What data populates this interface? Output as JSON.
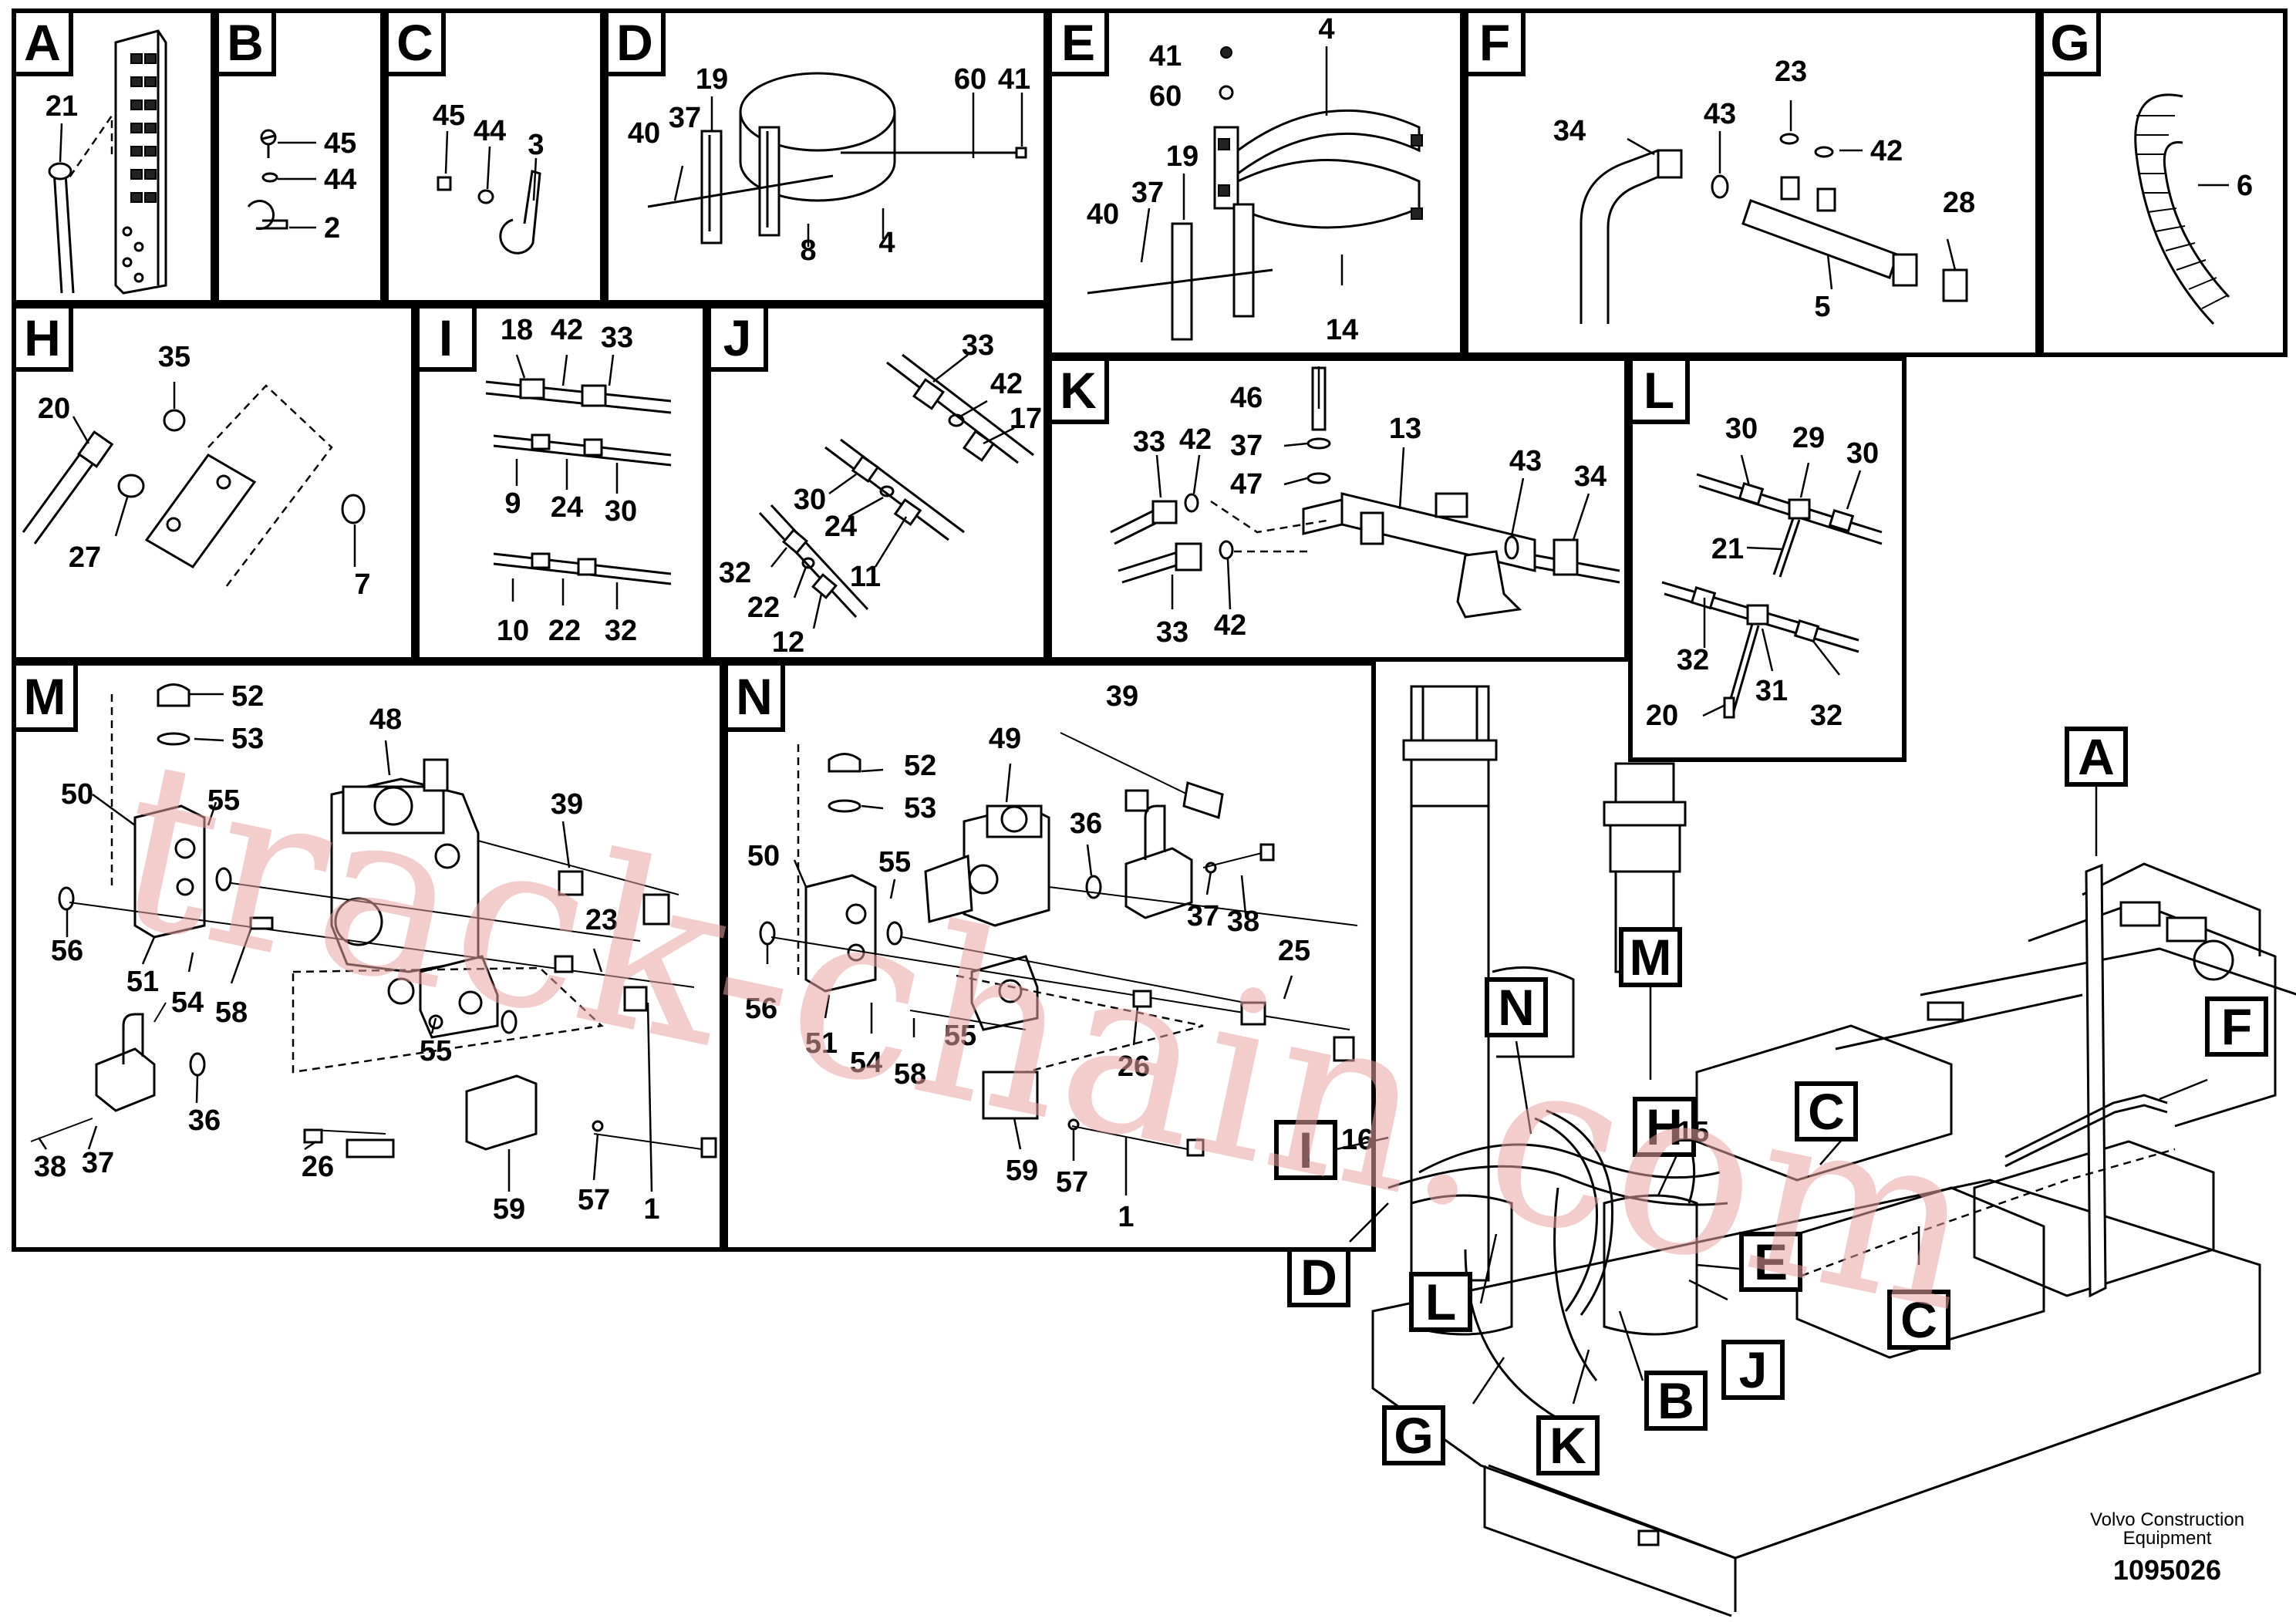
{
  "panels": {
    "A": {
      "letter": "A",
      "labels": [
        "21"
      ]
    },
    "B": {
      "letter": "B",
      "labels": [
        "45",
        "44",
        "2"
      ]
    },
    "C": {
      "letter": "C",
      "labels": [
        "45",
        "44",
        "3"
      ]
    },
    "D": {
      "letter": "D",
      "labels": [
        "19",
        "37",
        "40",
        "8",
        "4",
        "60",
        "41"
      ]
    },
    "E": {
      "letter": "E",
      "labels": [
        "41",
        "60",
        "4",
        "19",
        "37",
        "40",
        "14"
      ]
    },
    "F": {
      "letter": "F",
      "labels": [
        "23",
        "43",
        "42",
        "34",
        "28",
        "5"
      ]
    },
    "G": {
      "letter": "G",
      "labels": [
        "6"
      ]
    },
    "H": {
      "letter": "H",
      "labels": [
        "35",
        "20",
        "27",
        "7"
      ]
    },
    "I": {
      "letter": "I",
      "labels": [
        "18",
        "42",
        "33",
        "9",
        "24",
        "30",
        "10",
        "22",
        "32"
      ]
    },
    "J": {
      "letter": "J",
      "labels": [
        "33",
        "42",
        "17",
        "30",
        "24",
        "11",
        "32",
        "22",
        "12"
      ]
    },
    "K": {
      "letter": "K",
      "labels": [
        "46",
        "37",
        "47",
        "13",
        "43",
        "34",
        "33",
        "42",
        "33",
        "42"
      ]
    },
    "L": {
      "letter": "L",
      "labels": [
        "30",
        "29",
        "30",
        "21",
        "32",
        "31",
        "32",
        "20"
      ]
    },
    "M": {
      "letter": "M",
      "labels": [
        "52",
        "53",
        "48",
        "50",
        "55",
        "39",
        "56",
        "23",
        "51",
        "54",
        "58",
        "55",
        "36",
        "26",
        "38",
        "37",
        "59",
        "57",
        "1"
      ]
    },
    "N": {
      "letter": "N",
      "labels": [
        "39",
        "52",
        "53",
        "49",
        "50",
        "55",
        "36",
        "37",
        "38",
        "25",
        "56",
        "51",
        "54",
        "58",
        "55",
        "26",
        "59",
        "57",
        "1"
      ]
    }
  },
  "overview": {
    "callouts": [
      "A",
      "F",
      "C",
      "C",
      "N",
      "M",
      "H",
      "E",
      "I",
      "D",
      "L",
      "J",
      "B",
      "G",
      "K"
    ],
    "numbers": [
      "16",
      "15"
    ]
  },
  "watermark": "track-chain.com",
  "footer": {
    "company": "Volvo Construction",
    "company2": "Equipment",
    "drawing_no": "1095026"
  }
}
